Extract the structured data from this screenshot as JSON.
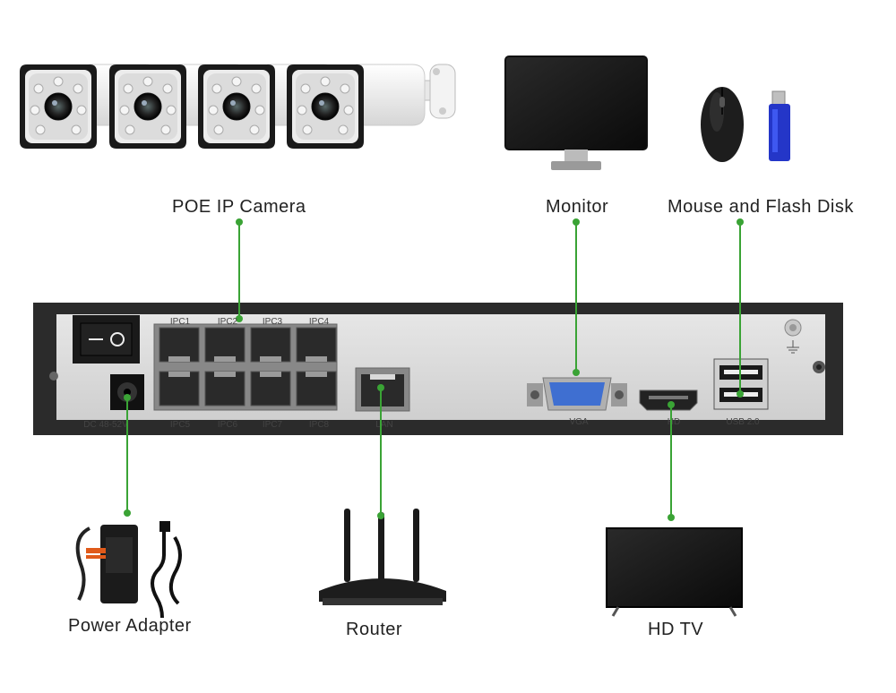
{
  "labels": {
    "cameras": "POE IP Camera",
    "monitor": "Monitor",
    "mouse_flash": "Mouse and Flash Disk",
    "power": "Power Adapter",
    "router": "Router",
    "hdtv": "HD TV"
  },
  "nvr": {
    "ipc_top": [
      "IPC1",
      "IPC2",
      "IPC3",
      "IPC4"
    ],
    "ipc_bottom": [
      "IPC5",
      "IPC6",
      "IPC7",
      "IPC8"
    ],
    "dc": "DC 48-52V",
    "lan": "LAN",
    "vga": "VGA",
    "hd": "HD",
    "usb": "USB 2.0"
  },
  "colors": {
    "line": "#3aa335",
    "chassis": "#2b2b2b",
    "panel": "#d9d9d9",
    "vga_port": "#3f6fd1"
  }
}
